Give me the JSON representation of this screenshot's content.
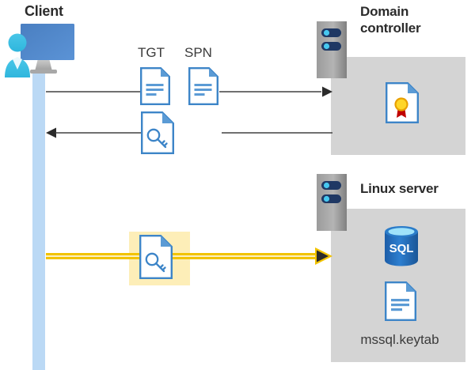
{
  "diagram": {
    "title": "Kerberos authentication flow between client, domain controller and Linux server",
    "background_color": "#ffffff",
    "panel_color": "#d4d4d4",
    "lifeline_color": "#bbd9f5",
    "highlight_color": "#fdeeb8",
    "arrow_color": "#404040",
    "accent_arrow_color": "#f2c300",
    "doc_blue": "#3d85c8",
    "server_gray": "#8e8e8e"
  },
  "nodes": {
    "client": {
      "label": "Client",
      "icon": "user-computer-icon"
    },
    "domain_controller": {
      "label_line1": "Domain",
      "label_line2": "controller",
      "icon": "server-rack-icon",
      "contents": [
        {
          "icon": "certificate-document-icon",
          "label": ""
        }
      ]
    },
    "linux_server": {
      "label": "Linux server",
      "icon": "server-rack-icon",
      "contents": [
        {
          "icon": "sql-database-icon",
          "label": "SQL"
        },
        {
          "icon": "document-icon",
          "label": "mssql.keytab"
        }
      ]
    }
  },
  "flows": [
    {
      "id": "request",
      "direction": "right",
      "from": "client",
      "to": "domain-controller",
      "labels": [
        "TGT",
        "SPN"
      ],
      "icons": [
        "document-icon",
        "document-icon"
      ],
      "highlighted": false
    },
    {
      "id": "response",
      "direction": "left",
      "from": "domain-controller",
      "to": "client",
      "labels": [],
      "icons": [
        "key-document-icon"
      ],
      "highlighted": false
    },
    {
      "id": "service-ticket",
      "direction": "right",
      "from": "client",
      "to": "linux-server",
      "labels": [],
      "icons": [
        "key-document-icon"
      ],
      "highlighted": true
    }
  ],
  "labels": {
    "tgt": "TGT",
    "spn": "SPN",
    "sql": "SQL",
    "keytab_filename": "mssql.keytab"
  }
}
